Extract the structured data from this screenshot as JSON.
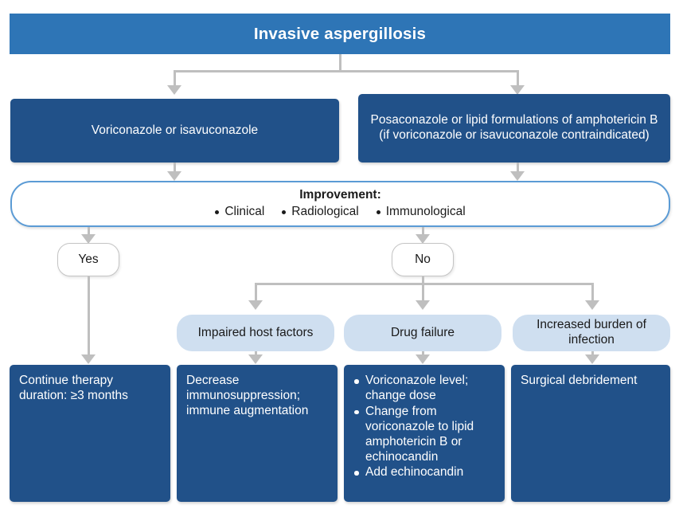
{
  "diagram": {
    "title": "Invasive aspergillosis",
    "colors": {
      "header_blue": "#2E75B6",
      "dark_blue": "#215189",
      "light_blue": "#CFDFF0",
      "border_blue": "#5B9BD5",
      "connector_gray": "#BFBFBF"
    },
    "header": {
      "label": "Invasive aspergillosis"
    },
    "first_line_therapy": [
      {
        "label": "Voriconazole or isavuconazole"
      },
      {
        "label": "Posaconazole or lipid formulations of amphotericin B (if voriconazole or isavuconazole contraindicated)"
      }
    ],
    "improvement": {
      "title": "Improvement:",
      "criteria": [
        "Clinical",
        "Radiological",
        "Immunological"
      ]
    },
    "decisions": [
      {
        "label": "Yes"
      },
      {
        "label": "No"
      }
    ],
    "failure_causes": [
      {
        "label": "Impaired host factors"
      },
      {
        "label": "Drug failure"
      },
      {
        "label": "Increased burden of infection"
      }
    ],
    "actions": [
      {
        "type": "text",
        "label": "Continue therapy duration: ≥3 months"
      },
      {
        "type": "text",
        "label": "Decrease immunosuppression; immune augmentation"
      },
      {
        "type": "bullets",
        "items": [
          "Voriconazole level; change dose",
          "Change from voriconazole to lipid amphotericin B or echinocandin",
          "Add echinocandin"
        ]
      },
      {
        "type": "text",
        "label": "Surgical debridement"
      }
    ]
  }
}
